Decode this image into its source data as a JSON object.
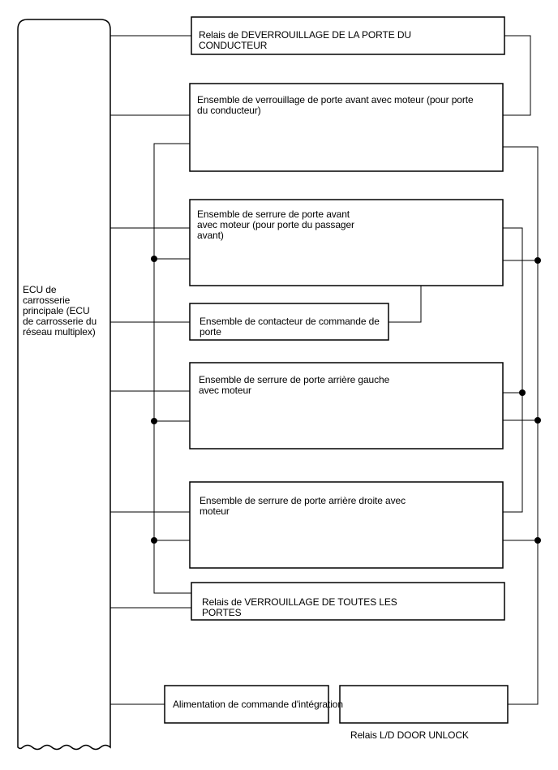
{
  "ecu": {
    "label": "ECU de\ncarrosserie\nprincipale (ECU\nde carrosserie du\nréseau multiplex)"
  },
  "components": {
    "driver_unlock_relay": "Relais de DEVERROUILLAGE DE LA PORTE DU\nCONDUCTEUR",
    "front_door_lock_driver": "Ensemble de verrouillage de porte avant avec moteur (pour porte\ndu conducteur)",
    "front_door_lock_passenger": "Ensemble de serrure de porte avant\navec moteur (pour porte du passager\navant)",
    "door_control_switch": "Ensemble de contacteur de commande de\nporte",
    "rear_door_lock_left": "Ensemble de serrure de porte arrière gauche\navec moteur",
    "rear_door_lock_right": "Ensemble de serrure de porte arrière droite avec\nmoteur",
    "all_doors_lock_relay": "Relais de VERROUILLAGE DE TOUTES LES\nPORTES",
    "integration_power": "Alimentation de commande d'intégration",
    "ld_door_unlock_relay": "Relais L/D DOOR UNLOCK"
  }
}
